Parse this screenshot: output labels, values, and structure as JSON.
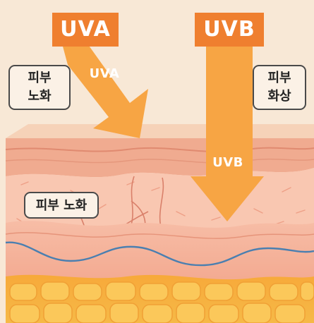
{
  "rays": {
    "uva": {
      "header": "UVA",
      "arrow_label": "UVA"
    },
    "uvb": {
      "header": "UVB",
      "arrow_label": "UVB"
    }
  },
  "notes": {
    "left_line1": "피부",
    "left_line2": "노화",
    "right_line1": "피부",
    "right_line2": "화상",
    "dermis": "피부 노화"
  },
  "colors": {
    "background": "#f8e8d6",
    "header": "#ef7f2f",
    "arrow": "#f7a544",
    "epidermis": "#f2b79a",
    "dermis": "#f9c7b1",
    "fat": "#f9b63a",
    "vein": "#4a7fb0"
  }
}
